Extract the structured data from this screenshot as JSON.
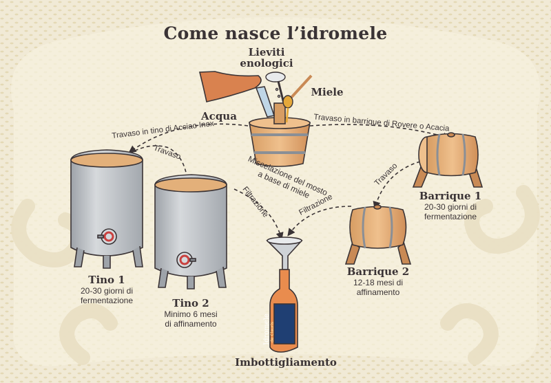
{
  "title": "Come nasce l’idromele",
  "ingredients": {
    "yeast_line1": "Lieviti",
    "yeast_line2": "enologici",
    "honey": "Miele",
    "water": "Acqua"
  },
  "mixing": {
    "line1": "Miscelazione del mosto",
    "line2": "a base di miele"
  },
  "flows": {
    "to_steel": "Travaso in tino di Acciao Inox",
    "to_barrique": "Travaso in barrique di Rovere o Acacia",
    "tank_transfer": "Travaso",
    "barrel_transfer": "Travaso",
    "filter_tank": "Filtrazione",
    "filter_barrel": "Filtrazione"
  },
  "stages": {
    "tino1": {
      "name": "Tino 1",
      "line1": "20-30 giorni di",
      "line2": "fermentazione"
    },
    "tino2": {
      "name": "Tino 2",
      "line1": "Minimo 6 mesi",
      "line2": "di affinamento"
    },
    "barrique1": {
      "name": "Barrique 1",
      "line1": "20-30 giorni di",
      "line2": "fermentazione"
    },
    "barrique2": {
      "name": "Barrique 2",
      "line1": "12-18 mesi di",
      "line2": "affinamento"
    },
    "bottling": {
      "name": "Imbottigliamento"
    }
  },
  "bottle_label": {
    "line1": "Idromele",
    "line2": "de Clauris"
  },
  "colors": {
    "background": "#f1ead6",
    "pattern": "#e6dcbc",
    "steel": "#b9bdc2",
    "steel_dark": "#8a8f96",
    "wood": "#e3b07a",
    "wood_dark": "#c98a55",
    "outline": "#3a3335",
    "valve": "#c9413f",
    "bottle_label": "#1f3f73",
    "bottle_glass": "#e98c4e"
  },
  "icons": [
    "steel-tank-icon",
    "oak-barrel-icon",
    "wooden-tub-icon",
    "funnel-icon",
    "bottle-icon",
    "jug-icon",
    "honey-dipper-icon",
    "yeast-spoon-icon"
  ]
}
